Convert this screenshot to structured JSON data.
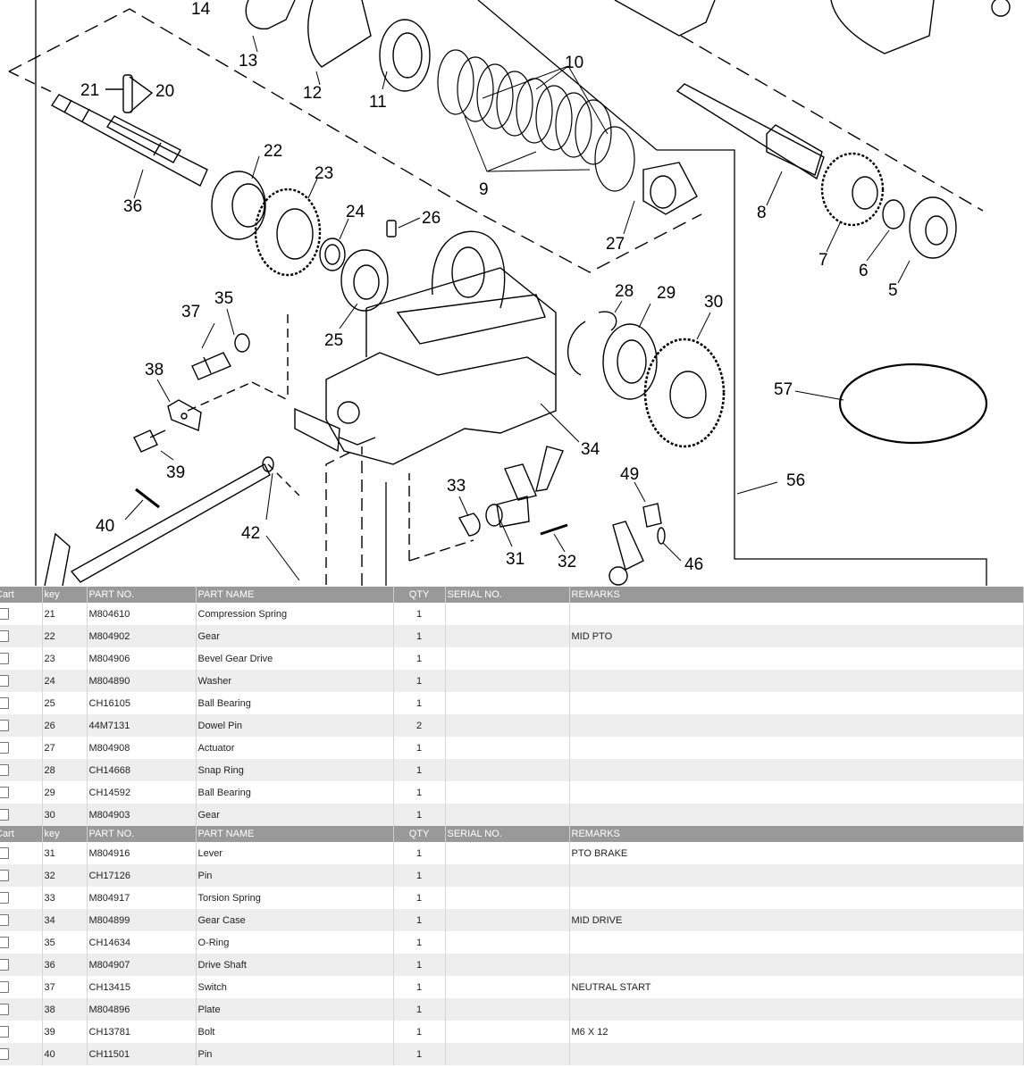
{
  "diagram": {
    "callouts": [
      "14",
      "13",
      "12",
      "11",
      "10",
      "21",
      "20",
      "9",
      "36",
      "22",
      "23",
      "24",
      "26",
      "8",
      "7",
      "6",
      "5",
      "27",
      "25",
      "37",
      "35",
      "38",
      "39",
      "28",
      "29",
      "30",
      "57",
      "34",
      "33",
      "49",
      "40",
      "42",
      "31",
      "32",
      "46",
      "56"
    ]
  },
  "table": {
    "columns": [
      "Cart",
      "key",
      "PART NO.",
      "PART NAME",
      "QTY",
      "SERIAL NO.",
      "REMARKS"
    ],
    "groups": [
      {
        "rows": [
          {
            "key": "21",
            "part_no": "M804610",
            "name": "Compression Spring",
            "qty": "1",
            "serial": "",
            "remarks": ""
          },
          {
            "key": "22",
            "part_no": "M804902",
            "name": "Gear",
            "qty": "1",
            "serial": "",
            "remarks": "MID PTO"
          },
          {
            "key": "23",
            "part_no": "M804906",
            "name": "Bevel Gear Drive",
            "qty": "1",
            "serial": "",
            "remarks": ""
          },
          {
            "key": "24",
            "part_no": "M804890",
            "name": "Washer",
            "qty": "1",
            "serial": "",
            "remarks": ""
          },
          {
            "key": "25",
            "part_no": "CH16105",
            "name": "Ball Bearing",
            "qty": "1",
            "serial": "",
            "remarks": ""
          },
          {
            "key": "26",
            "part_no": "44M7131",
            "name": "Dowel Pin",
            "qty": "2",
            "serial": "",
            "remarks": ""
          },
          {
            "key": "27",
            "part_no": "M804908",
            "name": "Actuator",
            "qty": "1",
            "serial": "",
            "remarks": ""
          },
          {
            "key": "28",
            "part_no": "CH14668",
            "name": "Snap Ring",
            "qty": "1",
            "serial": "",
            "remarks": ""
          },
          {
            "key": "29",
            "part_no": "CH14592",
            "name": "Ball Bearing",
            "qty": "1",
            "serial": "",
            "remarks": ""
          },
          {
            "key": "30",
            "part_no": "M804903",
            "name": "Gear",
            "qty": "1",
            "serial": "",
            "remarks": ""
          }
        ]
      },
      {
        "rows": [
          {
            "key": "31",
            "part_no": "M804916",
            "name": "Lever",
            "qty": "1",
            "serial": "",
            "remarks": "PTO BRAKE"
          },
          {
            "key": "32",
            "part_no": "CH17126",
            "name": "Pin",
            "qty": "1",
            "serial": "",
            "remarks": ""
          },
          {
            "key": "33",
            "part_no": "M804917",
            "name": "Torsion Spring",
            "qty": "1",
            "serial": "",
            "remarks": ""
          },
          {
            "key": "34",
            "part_no": "M804899",
            "name": "Gear Case",
            "qty": "1",
            "serial": "",
            "remarks": "MID DRIVE"
          },
          {
            "key": "35",
            "part_no": "CH14634",
            "name": "O-Ring",
            "qty": "1",
            "serial": "",
            "remarks": ""
          },
          {
            "key": "36",
            "part_no": "M804907",
            "name": "Drive Shaft",
            "qty": "1",
            "serial": "",
            "remarks": ""
          },
          {
            "key": "37",
            "part_no": "CH13415",
            "name": "Switch",
            "qty": "1",
            "serial": "",
            "remarks": "NEUTRAL START"
          },
          {
            "key": "38",
            "part_no": "M804896",
            "name": "Plate",
            "qty": "1",
            "serial": "",
            "remarks": ""
          },
          {
            "key": "39",
            "part_no": "CH13781",
            "name": "Bolt",
            "qty": "1",
            "serial": "",
            "remarks": "M6 X 12"
          },
          {
            "key": "40",
            "part_no": "CH11501",
            "name": "Pin",
            "qty": "1",
            "serial": "",
            "remarks": ""
          }
        ]
      }
    ]
  }
}
